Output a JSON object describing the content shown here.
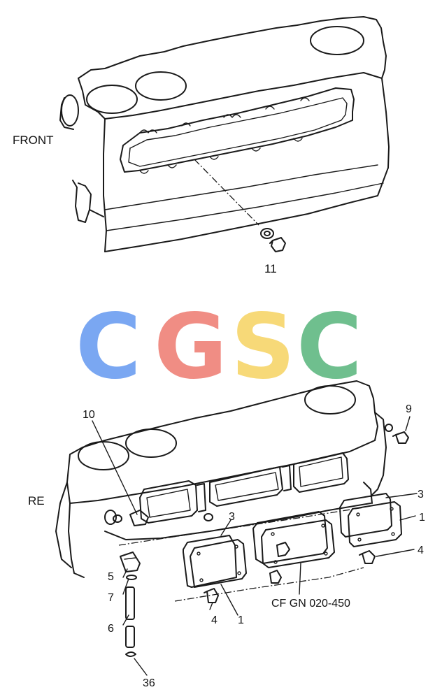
{
  "upper_view": {
    "orientation_label": "FRONT",
    "callouts": [
      "11"
    ]
  },
  "lower_view": {
    "orientation_label": "RE",
    "callouts": [
      "10",
      "9",
      "3",
      "1",
      "3",
      "4",
      "5",
      "7",
      "6",
      "36",
      "4",
      "1"
    ],
    "reference_code": "CF GN 020-450"
  },
  "watermark": {
    "letters": [
      "C",
      "G",
      "S",
      "C"
    ],
    "colors": [
      "#7aa7f2",
      "#f08d84",
      "#f7d978",
      "#6fbf8e"
    ]
  }
}
